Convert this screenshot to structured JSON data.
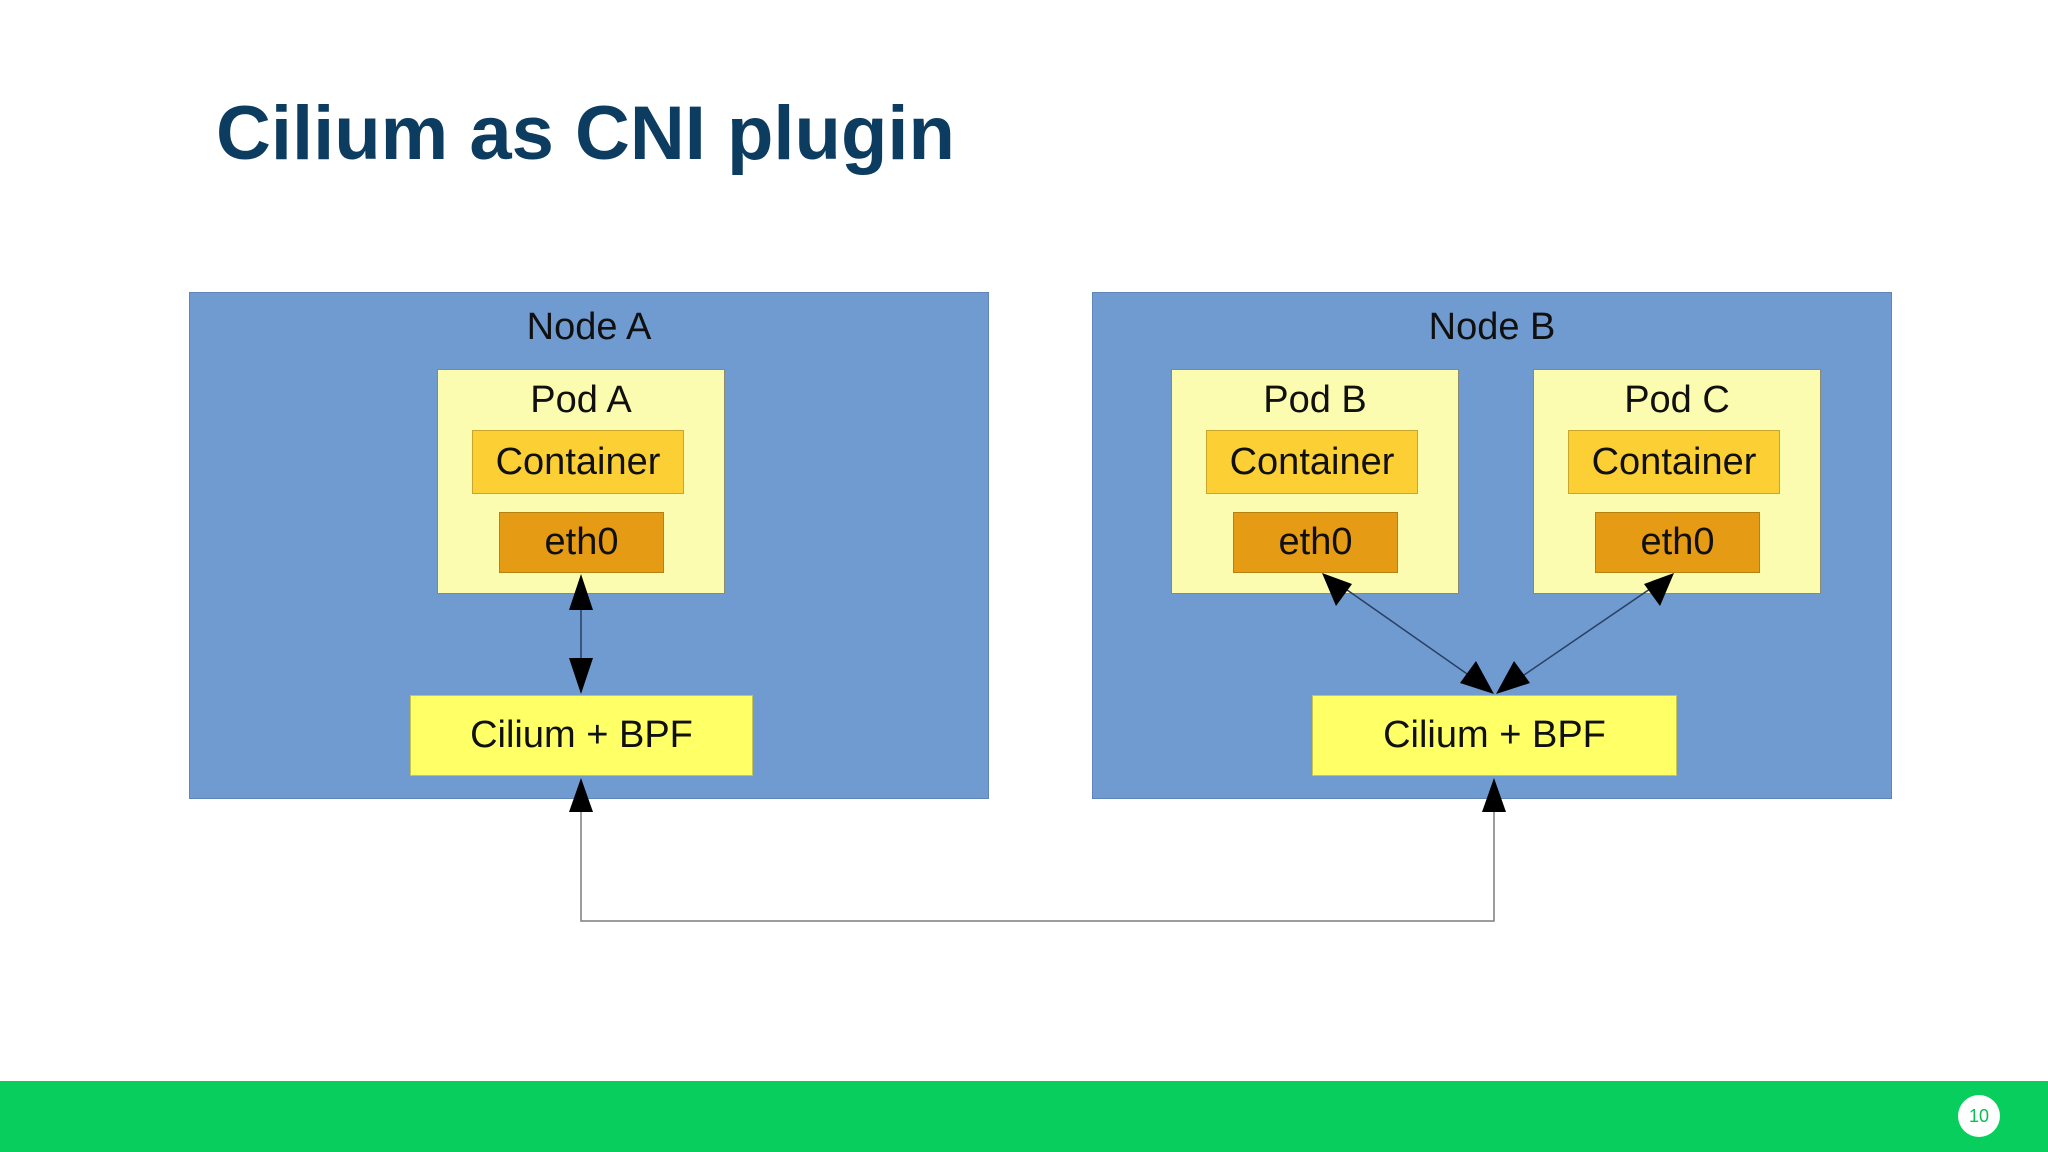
{
  "slide": {
    "title": "Cilium as CNI plugin",
    "title_color": "#0d3c61",
    "background": "#ffffff"
  },
  "colors": {
    "node_fill": "#6f9bd1",
    "node_border": "#6086b8",
    "pod_fill": "#fcfcb0",
    "pod_border": "#b9b981",
    "container_fill": "#fcd035",
    "container_border": "#c8a52c",
    "eth_fill": "#e59c14",
    "eth_border": "#b8800f",
    "cilium_fill": "#ffff66",
    "cilium_border": "#c6c64f",
    "arrow_stroke": "#2a3f63",
    "arrow_head": "#000000",
    "footer_green": "#08ce5d",
    "badge_text": "#0cbd59"
  },
  "diagram": {
    "nodes": [
      {
        "id": "node-a",
        "label": "Node A",
        "cilium_label": "Cilium + BPF",
        "pods": [
          {
            "id": "pod-a",
            "label": "Pod A",
            "container_label": "Container",
            "interface_label": "eth0"
          }
        ]
      },
      {
        "id": "node-b",
        "label": "Node B",
        "cilium_label": "Cilium + BPF",
        "pods": [
          {
            "id": "pod-b",
            "label": "Pod B",
            "container_label": "Container",
            "interface_label": "eth0"
          },
          {
            "id": "pod-c",
            "label": "Pod C",
            "container_label": "Container",
            "interface_label": "eth0"
          }
        ]
      }
    ],
    "connections": [
      {
        "name": "pod-a-to-cilium-a",
        "from": "Pod A eth0",
        "to": "Cilium + BPF (Node A)",
        "style": "vertical-double-arrow"
      },
      {
        "name": "pod-b-to-cilium-b",
        "from": "Pod B eth0",
        "to": "Cilium + BPF (Node B)",
        "style": "diagonal-double-arrow"
      },
      {
        "name": "pod-c-to-cilium-b",
        "from": "Pod C eth0",
        "to": "Cilium + BPF (Node B)",
        "style": "diagonal-double-arrow"
      },
      {
        "name": "node-a-to-node-b",
        "from": "Cilium + BPF (Node A)",
        "to": "Cilium + BPF (Node B)",
        "style": "u-shaped-double-arrow"
      }
    ]
  },
  "footer": {
    "page_number": "10"
  }
}
